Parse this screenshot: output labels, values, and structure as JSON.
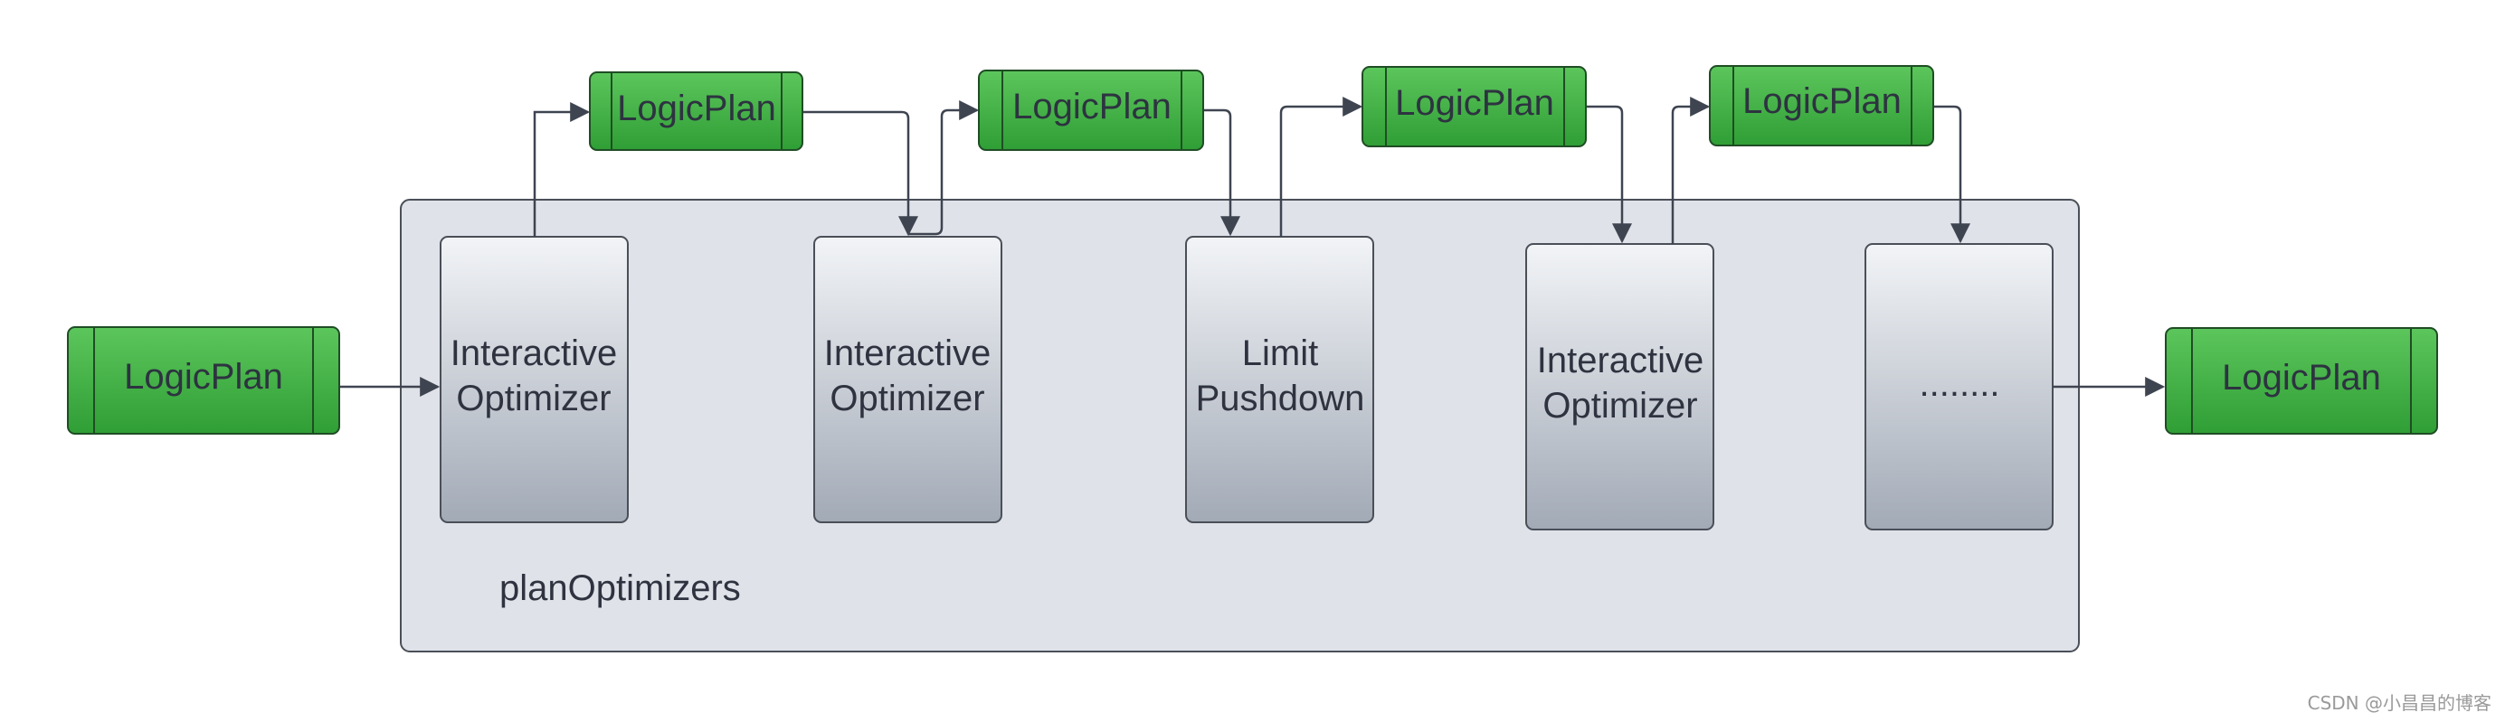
{
  "diagram": {
    "colors": {
      "plan_fill_top": "#5cc65c",
      "plan_fill_bottom": "#2f9e35",
      "plan_stroke": "#1f4d24",
      "optimizer_fill_top": "#f2f4f7",
      "optimizer_fill_bottom": "#a2aab6",
      "container_fill": "#dfe2e8",
      "container_stroke": "#4a4f58",
      "edge": "#3e4450"
    },
    "input_plan": {
      "label": "LogicPlan"
    },
    "output_plan": {
      "label": "LogicPlan"
    },
    "intermediate_plans": [
      {
        "label": "LogicPlan"
      },
      {
        "label": "LogicPlan"
      },
      {
        "label": "LogicPlan"
      },
      {
        "label": "LogicPlan"
      }
    ],
    "container": {
      "label": "planOptimizers"
    },
    "optimizers": [
      {
        "line1": "Interactive",
        "line2": "Optimizer"
      },
      {
        "line1": "Interactive",
        "line2": "Optimizer"
      },
      {
        "line1": "Limit",
        "line2": "Pushdown"
      },
      {
        "line1": "Interactive",
        "line2": "Optimizer"
      },
      {
        "line1": "........",
        "line2": ""
      }
    ]
  },
  "watermark": "CSDN @小昌昌的博客"
}
